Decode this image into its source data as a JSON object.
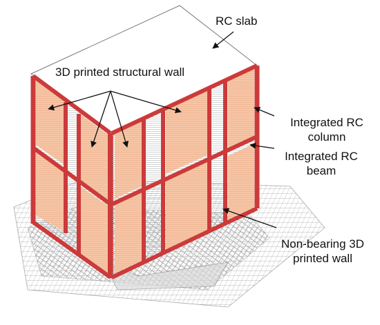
{
  "labels": {
    "rc_slab": "RC slab",
    "structural_wall": "3D printed structural wall",
    "rc_column_line1": "Integrated RC",
    "rc_column_line2": "column",
    "rc_beam_line1": "Integrated RC",
    "rc_beam_line2": "beam",
    "non_bearing_line1": "Non-bearing 3D",
    "non_bearing_line2": "printed wall"
  },
  "colors": {
    "rc_red": "#cc3a3a",
    "rc_dark": "#9e2a2a",
    "panel_fill": "#f6c6a6",
    "panel_fill_light": "#fadac4",
    "hatch": "#b8b8b8",
    "arrow": "#111111"
  }
}
